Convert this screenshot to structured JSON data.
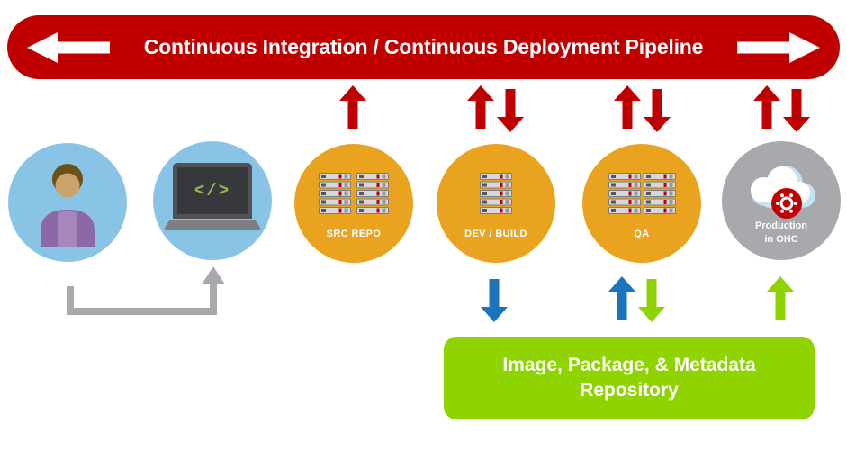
{
  "banner": {
    "title": "Continuous Integration / Continuous Deployment Pipeline"
  },
  "nodes": {
    "workstation": {
      "code_glyph": "</>"
    },
    "src_repo": {
      "label": "SRC REPO"
    },
    "dev_build": {
      "label": "DEV / BUILD"
    },
    "qa": {
      "label": "QA"
    },
    "production": {
      "label_line1": "Production",
      "label_line2": "in OHC"
    }
  },
  "repository": {
    "line1": "Image, Package, & Metadata",
    "line2": "Repository"
  },
  "colors": {
    "red": "#c00000",
    "gold": "#eaa31f",
    "light_blue": "#89c4e7",
    "gray": "#a7a9ac",
    "green": "#8fd400",
    "blue": "#1b75bc"
  }
}
